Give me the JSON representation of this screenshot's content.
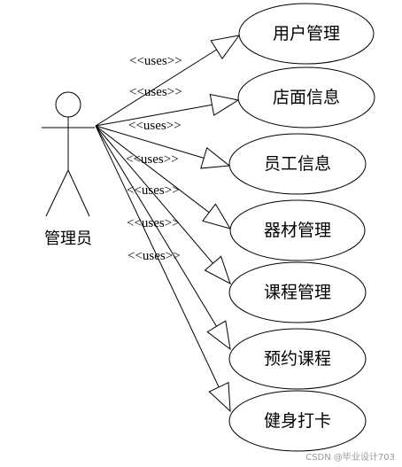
{
  "diagram": {
    "actor": {
      "label": "管理员"
    },
    "stereotype": "<<uses>>",
    "use_cases": [
      {
        "label": "用户管理"
      },
      {
        "label": "店面信息"
      },
      {
        "label": "员工信息"
      },
      {
        "label": "器材管理"
      },
      {
        "label": "课程管理"
      },
      {
        "label": "预约课程"
      },
      {
        "label": "健身打卡"
      }
    ]
  },
  "watermark": {
    "text": "CSDN @毕业设计703"
  }
}
